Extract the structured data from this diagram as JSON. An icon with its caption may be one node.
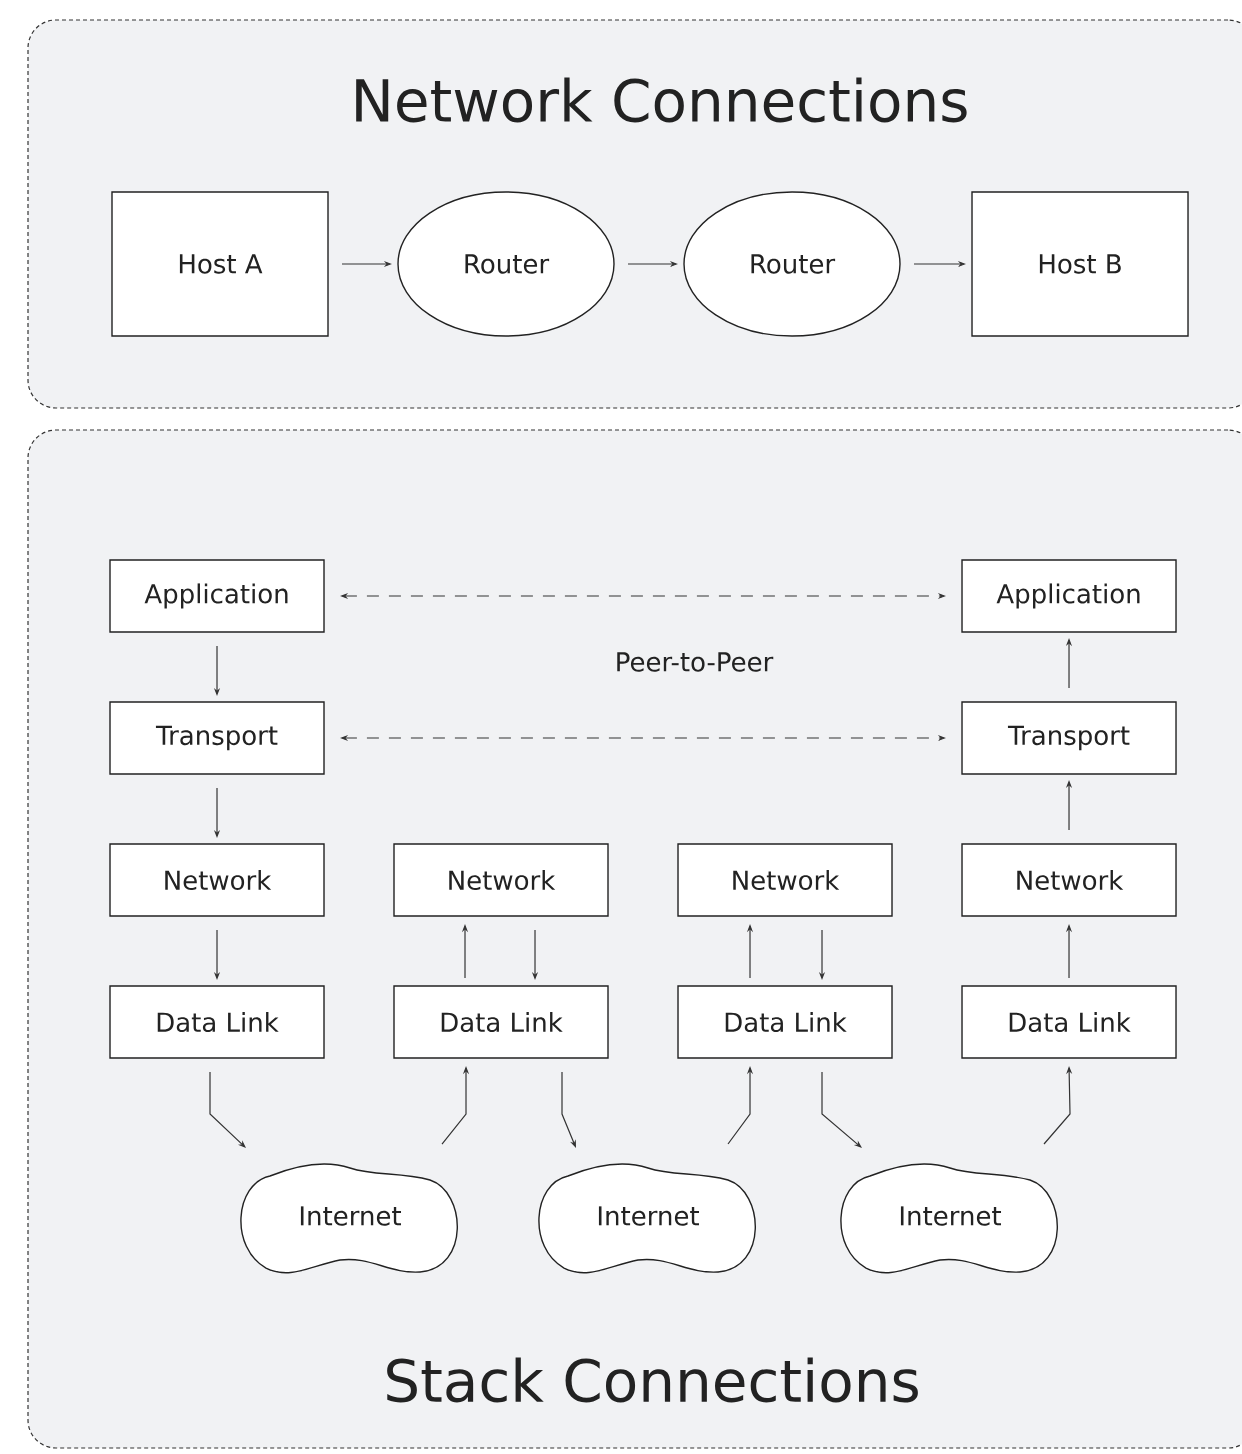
{
  "diagram": {
    "nodes": [
      {
        "text": [
          "Network Connections"
        ]
      },
      {
        "text": [
          "Host A"
        ],
        "in": 0
      },
      {
        "text": [
          "Router"
        ],
        "in": 0
      },
      {
        "text": [
          "Router"
        ],
        "in": 0
      },
      {
        "text": [
          "Host B"
        ],
        "in": 0
      },
      {
        "text": [
          "Stack Connections"
        ]
      },
      {
        "text": [
          "Application"
        ],
        "in": 5
      },
      {
        "text": [
          "Application"
        ],
        "in": 5
      },
      {
        "text": [
          "Transport"
        ],
        "in": 5
      },
      {
        "text": [
          "Transport"
        ],
        "in": 5
      },
      {
        "text": [
          "Network"
        ],
        "in": 5
      },
      {
        "text": [
          "Network"
        ],
        "in": 5
      },
      {
        "text": [
          "Network"
        ],
        "in": 5
      },
      {
        "text": [
          "Network"
        ],
        "in": 5
      },
      {
        "text": [
          "Data Link"
        ],
        "in": 5
      },
      {
        "text": [
          "Data Link"
        ],
        "in": 5
      },
      {
        "text": [
          "Data Link"
        ],
        "in": 5
      },
      {
        "text": [
          "Data Link"
        ],
        "in": 5
      },
      {
        "text": [
          "Internet"
        ],
        "in": 5
      },
      {
        "text": [
          "Internet"
        ],
        "in": 5
      },
      {
        "text": [
          "Internet"
        ],
        "in": 5
      }
    ],
    "edges": [
      {
        "from": 1,
        "to": 2,
        "arrow": "to"
      },
      {
        "from": 2,
        "to": 3,
        "arrow": "to"
      },
      {
        "from": 3,
        "to": 4,
        "arrow": "to"
      },
      {
        "from": 6,
        "to": 7,
        "arrow": "both",
        "style": "dashed"
      },
      {
        "from": 6,
        "to": 8,
        "arrow": "to"
      },
      {
        "from": 8,
        "to": 9,
        "arrow": "both",
        "style": "dashed"
      },
      {
        "from": 9,
        "to": 7,
        "arrow": "to"
      },
      {
        "from": 8,
        "to": 10,
        "arrow": "to"
      },
      {
        "from": 13,
        "to": 9,
        "arrow": "to"
      },
      {
        "from": 10,
        "to": 14,
        "arrow": "to"
      },
      {
        "from": 15,
        "to": 11,
        "arrow": "to"
      },
      {
        "from": 11,
        "to": 15,
        "arrow": "to"
      },
      {
        "from": 16,
        "to": 12,
        "arrow": "to"
      },
      {
        "from": 12,
        "to": 16,
        "arrow": "to"
      },
      {
        "from": 17,
        "to": 13,
        "arrow": "to"
      },
      {
        "from": 14,
        "to": 18,
        "arrow": "to"
      },
      {
        "from": 18,
        "to": 15,
        "arrow": "to"
      },
      {
        "from": 15,
        "to": 19,
        "arrow": "to"
      },
      {
        "from": 19,
        "to": 16,
        "arrow": "to"
      },
      {
        "from": 16,
        "to": 20,
        "arrow": "to"
      },
      {
        "from": 20,
        "to": 17,
        "arrow": "to"
      }
    ],
    "labels": [
      "Peer-to-Peer"
    ]
  }
}
